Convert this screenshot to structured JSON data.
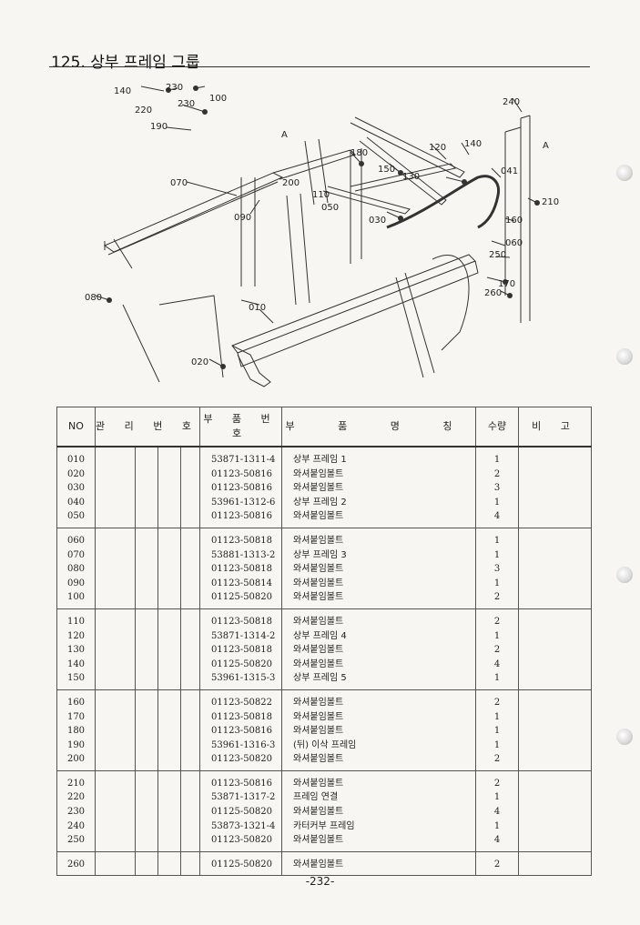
{
  "page_title": "125. 상부 프레임 그룹",
  "diagram_labels": [
    "140",
    "230",
    "230",
    "100",
    "220",
    "190",
    "240",
    "120",
    "140",
    "180",
    "150",
    "130",
    "041",
    "210",
    "070",
    "200",
    "110",
    "050",
    "030",
    "160",
    "060",
    "090",
    "250",
    "170",
    "260",
    "080",
    "010",
    "020",
    "A",
    "A"
  ],
  "table": {
    "headers": {
      "no": "NO",
      "control": "관 리 번 호",
      "part_no": "부 품 번 호",
      "part_name": "부 품 명 칭",
      "qty": "수량",
      "remarks": "비 고"
    },
    "groups": [
      {
        "rows": [
          {
            "no": "010",
            "part_no": "53871-1311-4",
            "name": "상부 프레임 1",
            "qty": "1"
          },
          {
            "no": "020",
            "part_no": "01123-50816",
            "name": "와셔붙임볼트",
            "qty": "2"
          },
          {
            "no": "030",
            "part_no": "01123-50816",
            "name": "와셔붙임볼트",
            "qty": "3"
          },
          {
            "no": "040",
            "part_no": "53961-1312-6",
            "name": "상부 프레임 2",
            "qty": "1"
          },
          {
            "no": "050",
            "part_no": "01123-50816",
            "name": "와셔붙임볼트",
            "qty": "4"
          }
        ]
      },
      {
        "rows": [
          {
            "no": "060",
            "part_no": "01123-50818",
            "name": "와셔붙임볼트",
            "qty": "1"
          },
          {
            "no": "070",
            "part_no": "53881-1313-2",
            "name": "상부 프레임 3",
            "qty": "1"
          },
          {
            "no": "080",
            "part_no": "01123-50818",
            "name": "와셔붙임볼트",
            "qty": "3"
          },
          {
            "no": "090",
            "part_no": "01123-50814",
            "name": "와셔붙임볼트",
            "qty": "1"
          },
          {
            "no": "100",
            "part_no": "01125-50820",
            "name": "와셔붙임볼트",
            "qty": "2"
          }
        ]
      },
      {
        "rows": [
          {
            "no": "110",
            "part_no": "01123-50818",
            "name": "와셔붙임볼트",
            "qty": "2"
          },
          {
            "no": "120",
            "part_no": "53871-1314-2",
            "name": "상부 프레임 4",
            "qty": "1"
          },
          {
            "no": "130",
            "part_no": "01123-50818",
            "name": "와셔붙임볼트",
            "qty": "2"
          },
          {
            "no": "140",
            "part_no": "01125-50820",
            "name": "와셔붙임볼트",
            "qty": "4"
          },
          {
            "no": "150",
            "part_no": "53961-1315-3",
            "name": "상부 프레임 5",
            "qty": "1"
          }
        ]
      },
      {
        "rows": [
          {
            "no": "160",
            "part_no": "01123-50822",
            "name": "와셔붙임볼트",
            "qty": "2"
          },
          {
            "no": "170",
            "part_no": "01123-50818",
            "name": "와셔붙임볼트",
            "qty": "1"
          },
          {
            "no": "180",
            "part_no": "01123-50816",
            "name": "와셔붙임볼트",
            "qty": "1"
          },
          {
            "no": "190",
            "part_no": "53961-1316-3",
            "name": "(뒤) 이삭 프레임",
            "qty": "1"
          },
          {
            "no": "200",
            "part_no": "01123-50820",
            "name": "와셔붙임볼트",
            "qty": "2"
          }
        ]
      },
      {
        "rows": [
          {
            "no": "210",
            "part_no": "01123-50816",
            "name": "와셔붙임볼트",
            "qty": "2"
          },
          {
            "no": "220",
            "part_no": "53871-1317-2",
            "name": "프레임 연결",
            "qty": "1"
          },
          {
            "no": "230",
            "part_no": "01125-50820",
            "name": "와셔붙임볼트",
            "qty": "4"
          },
          {
            "no": "240",
            "part_no": "53873-1321-4",
            "name": "카터커부 프레임",
            "qty": "1"
          },
          {
            "no": "250",
            "part_no": "01123-50820",
            "name": "와셔붙임볼트",
            "qty": "4"
          }
        ]
      },
      {
        "rows": [
          {
            "no": "260",
            "part_no": "01125-50820",
            "name": "와셔붙임볼트",
            "qty": "2"
          }
        ]
      }
    ]
  },
  "page_number": "-232-"
}
